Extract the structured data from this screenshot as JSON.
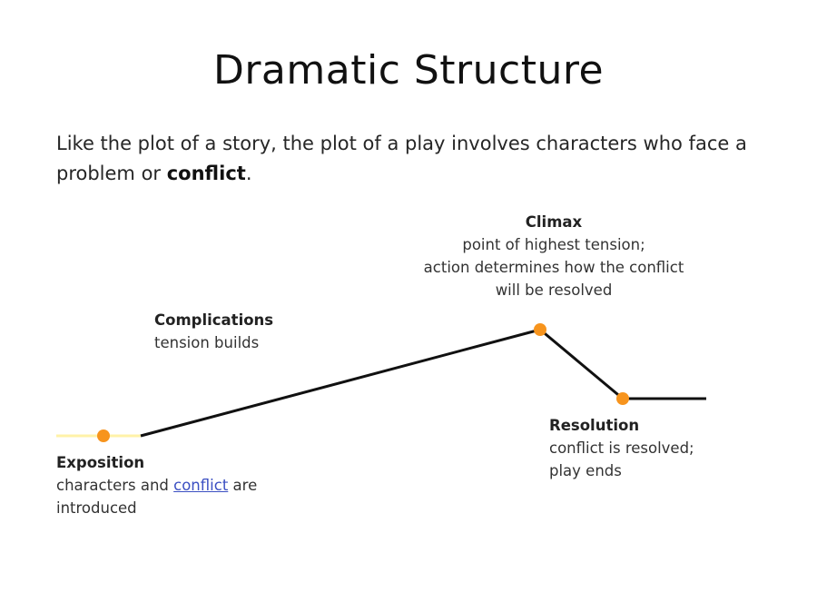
{
  "slide": {
    "title": "Dramatic Structure",
    "intro": {
      "text_before": "Like the plot of a story, the plot of a play involves characters who face a problem or ",
      "emphasis": "conflict",
      "text_after": "."
    }
  },
  "diagram": {
    "colors": {
      "line": "#111111",
      "point": "#f7941d",
      "exposition_line": "#fff2a8",
      "link": "#3b4fc2"
    },
    "stages": {
      "climax": {
        "heading": "Climax",
        "lines": [
          "point of highest tension;",
          "action determines how the conflict",
          "will be resolved"
        ]
      },
      "complications": {
        "heading": "Complications",
        "lines": [
          "tension builds"
        ]
      },
      "exposition": {
        "heading": "Exposition",
        "line1_before": "characters and ",
        "line1_link": "conflict",
        "line1_after": " are",
        "line2": "introduced"
      },
      "resolution": {
        "heading": "Resolution",
        "lines": [
          "conflict is resolved;",
          "play ends"
        ]
      }
    }
  }
}
